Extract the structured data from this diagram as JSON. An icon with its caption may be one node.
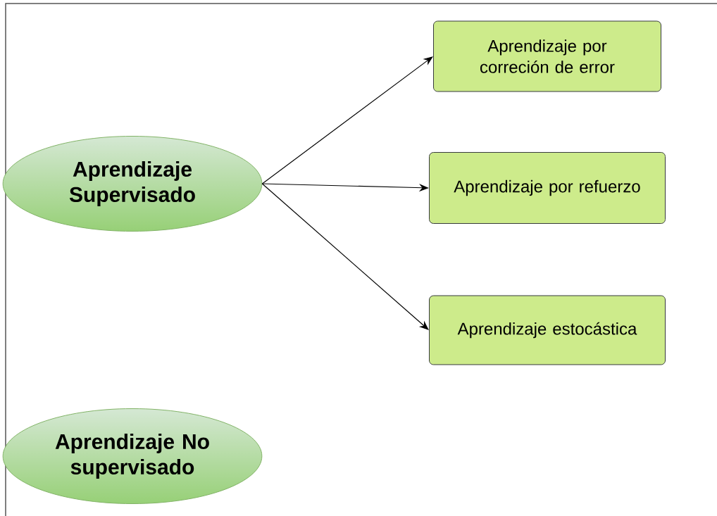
{
  "diagram": {
    "nodes": [
      {
        "text": [
          "Aprendizaje Supervisado"
        ]
      },
      {
        "text": [
          "Aprendizaje por correción de error"
        ]
      },
      {
        "text": [
          "Aprendizaje por refuerzo"
        ]
      },
      {
        "text": [
          "Aprendizaje estocástica"
        ]
      },
      {
        "text": [
          "Aprendizaje No supervisado"
        ]
      }
    ],
    "edges": [
      {
        "from": 0,
        "to": 1,
        "arrow": "to"
      },
      {
        "from": 0,
        "to": 2,
        "arrow": "to"
      },
      {
        "from": 0,
        "to": 3,
        "arrow": "to"
      }
    ]
  }
}
